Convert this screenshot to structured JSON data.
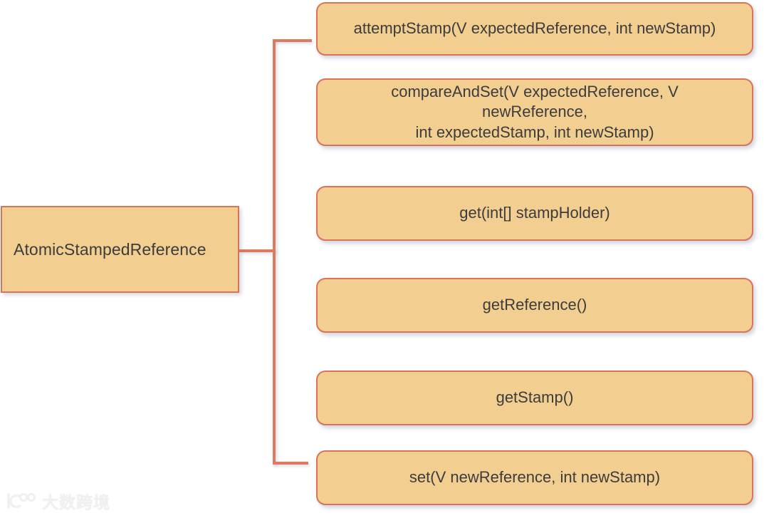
{
  "diagram": {
    "type": "class-method-tree",
    "root": {
      "label": "AtomicStampedReference"
    },
    "methods": [
      {
        "label": "attemptStamp(V expectedReference, int newStamp)"
      },
      {
        "label": "compareAndSet(V expectedReference, V\nnewReference,\nint expectedStamp, int newStamp)"
      },
      {
        "label": "get(int[] stampHolder)"
      },
      {
        "label": "getReference()"
      },
      {
        "label": "getStamp()"
      },
      {
        "label": "set(V newReference, int newStamp)"
      }
    ],
    "colors": {
      "node_fill": "#F2CE91",
      "node_border": "#D9735A",
      "connector": "#DD7B5F",
      "text": "#3C3C3C",
      "background": "#FFFFFF"
    }
  },
  "watermark": {
    "text": "大数跨境",
    "logo": "ic-infinity-logo"
  }
}
